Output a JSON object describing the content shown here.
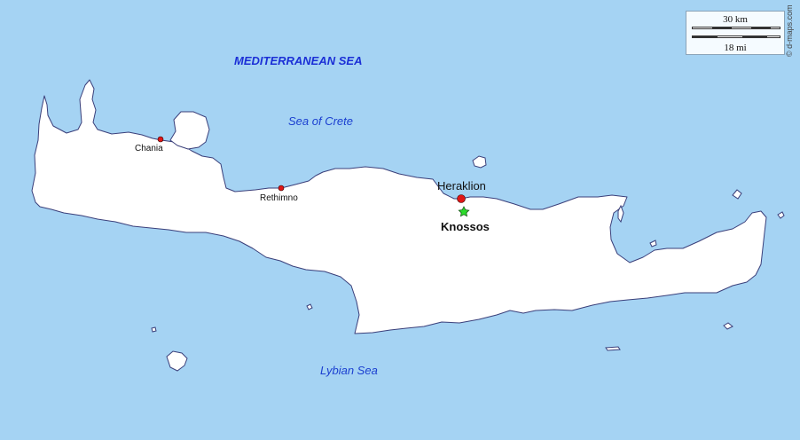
{
  "map": {
    "colors": {
      "sea": "#a5d3f3",
      "land": "#ffffff",
      "coast": "#3a3f7a",
      "city_marker": "#e01616",
      "site_marker": "#2bdc2b"
    },
    "seas": {
      "mediterranean": "MEDITERRANEAN SEA",
      "crete": "Sea of Crete",
      "lybian": "Lybian Sea"
    },
    "cities": {
      "chania": "Chania",
      "rethimno": "Rethimno",
      "heraklion": "Heraklion"
    },
    "sites": {
      "knossos": "Knossos"
    },
    "icons": {
      "city": "red-dot-icon",
      "site": "green-star-icon"
    },
    "scale": {
      "km": "30 km",
      "mi": "18 mi"
    },
    "credit": "© d-maps.com"
  }
}
